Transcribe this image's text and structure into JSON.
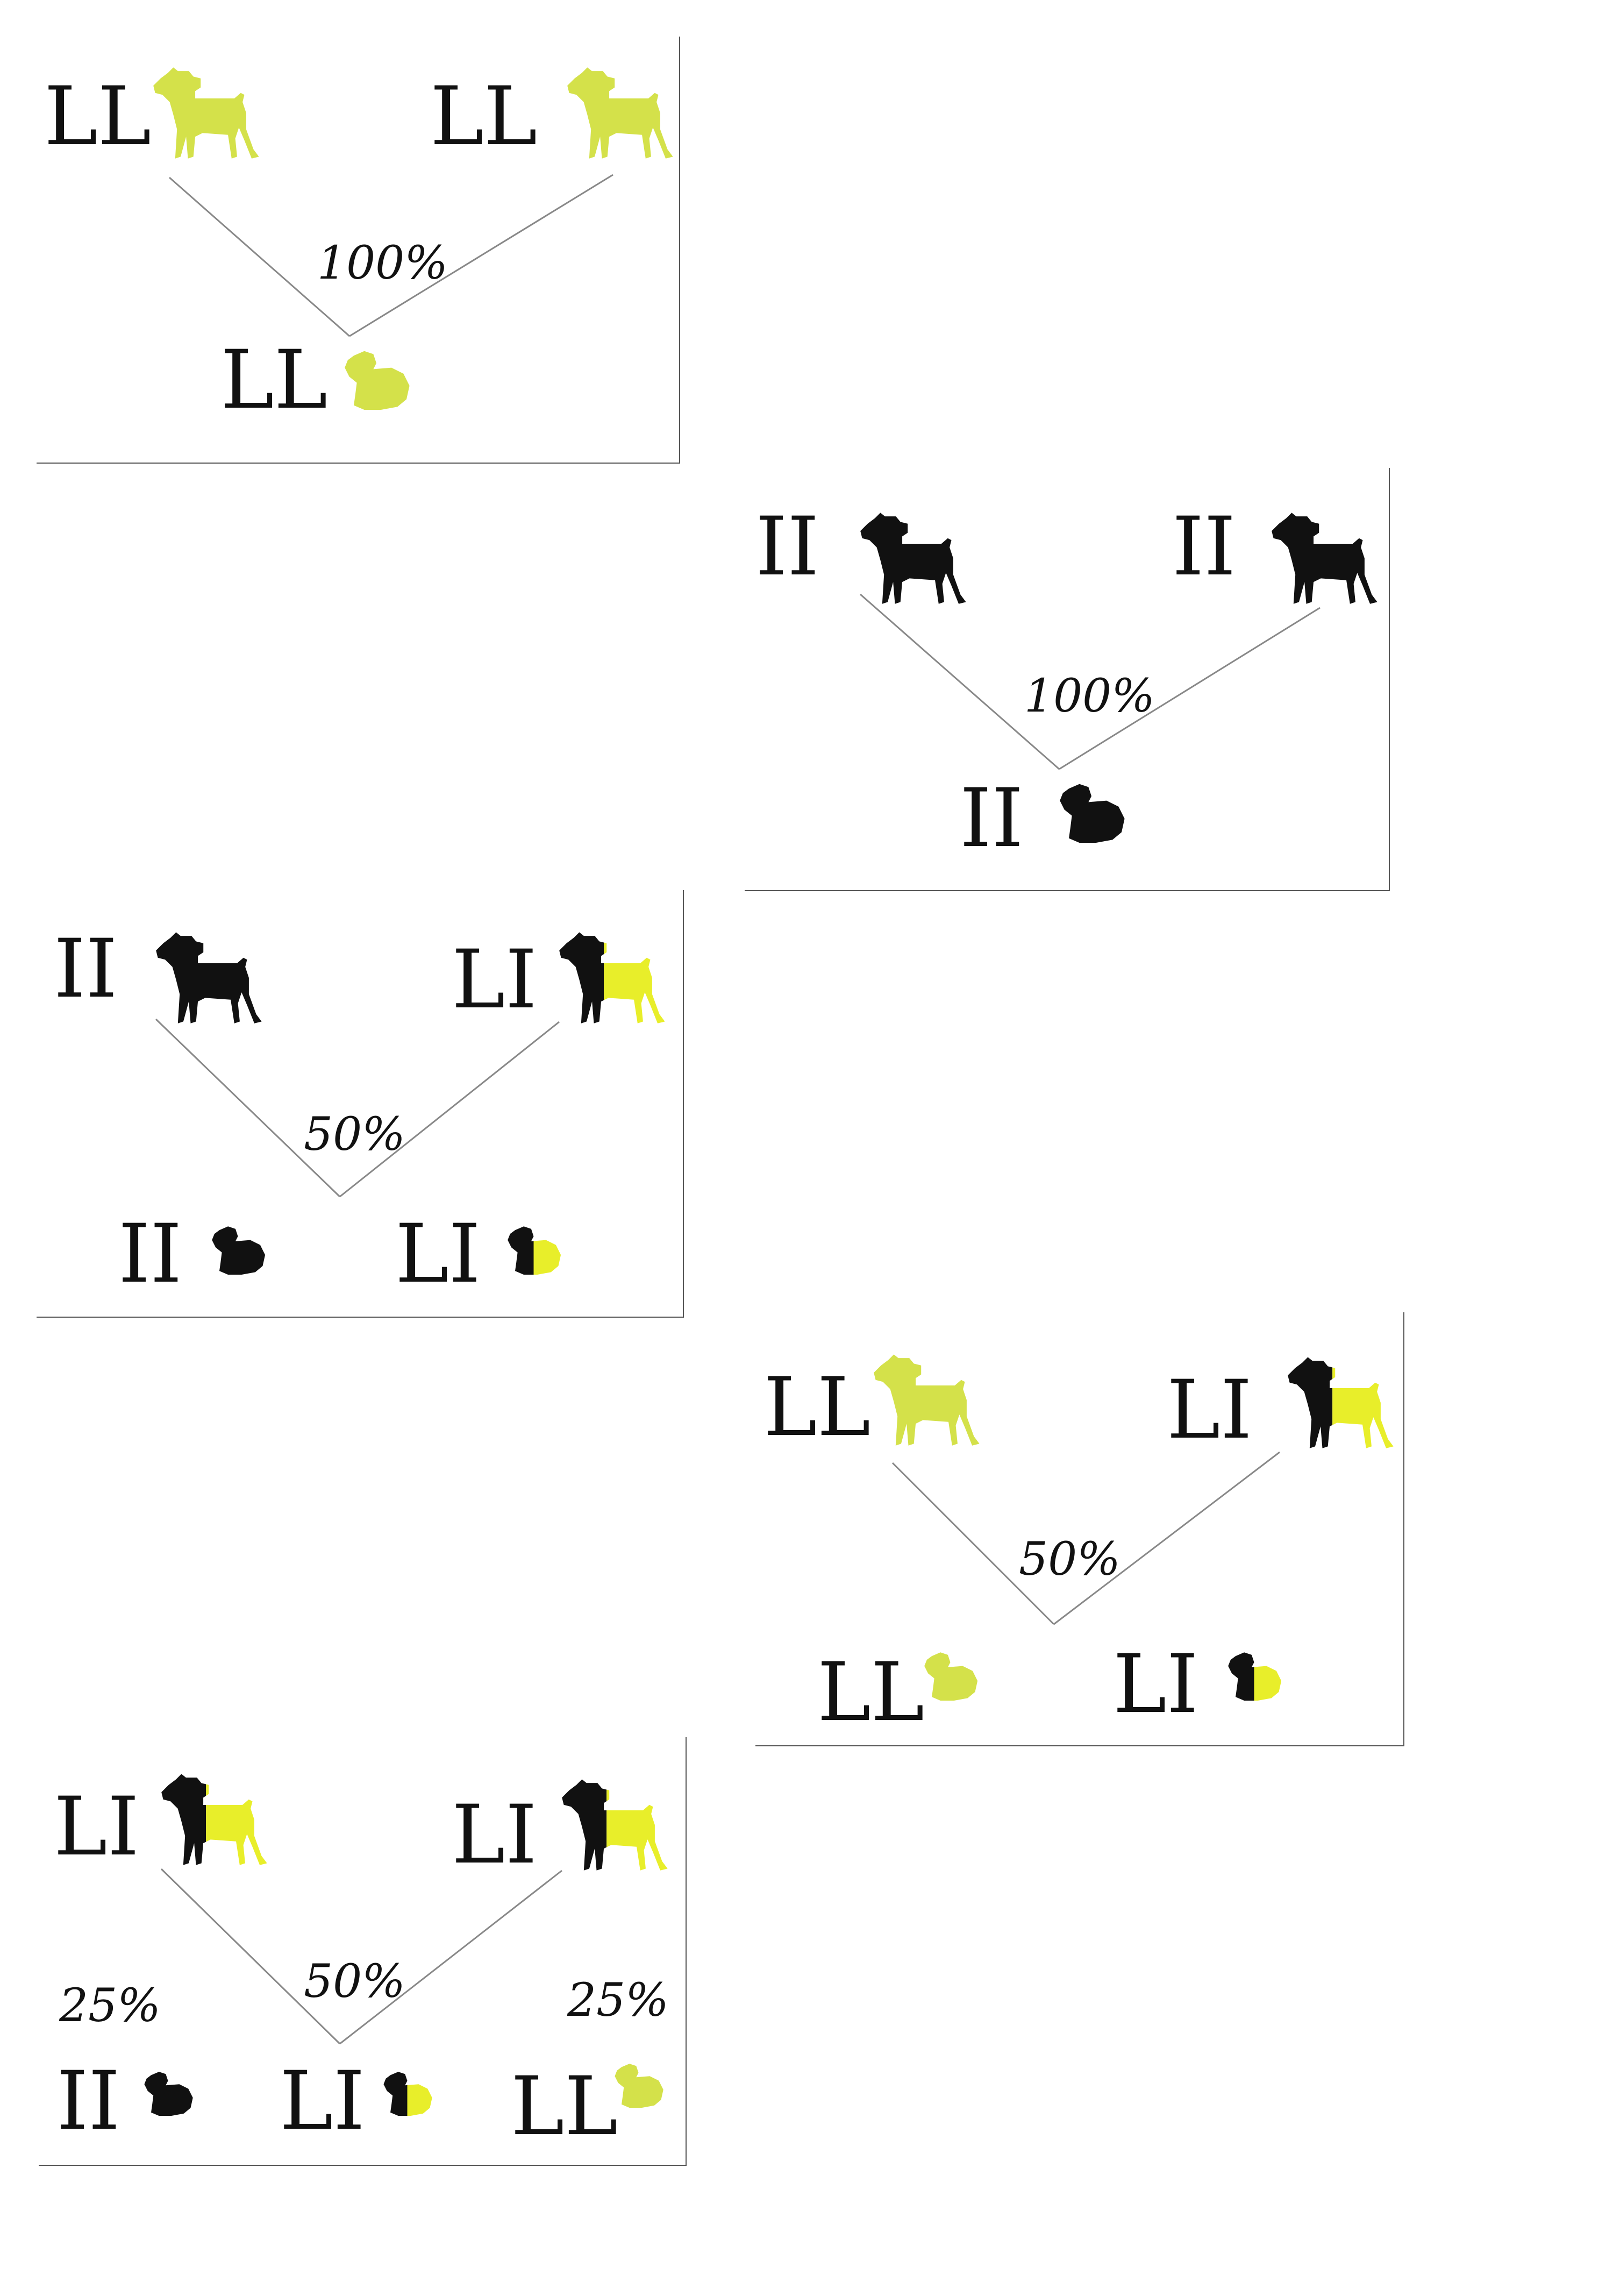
{
  "colors": {
    "yellow": "#d4e14a",
    "black": "#111111",
    "line": "#888888"
  },
  "crosses": [
    {
      "parent1": {
        "genotype": "LL",
        "coat": "yellow"
      },
      "parent2": {
        "genotype": "LL",
        "coat": "yellow"
      },
      "center_pct": "100%",
      "offspring": [
        {
          "genotype": "LL",
          "coat": "yellow"
        }
      ]
    },
    {
      "parent1": {
        "genotype": "II",
        "coat": "black"
      },
      "parent2": {
        "genotype": "II",
        "coat": "black"
      },
      "center_pct": "100%",
      "offspring": [
        {
          "genotype": "II",
          "coat": "black"
        }
      ]
    },
    {
      "parent1": {
        "genotype": "II",
        "coat": "black"
      },
      "parent2": {
        "genotype": "LI",
        "coat": "mixed"
      },
      "center_pct": "50%",
      "offspring": [
        {
          "genotype": "II",
          "coat": "black"
        },
        {
          "genotype": "LI",
          "coat": "mixed"
        }
      ]
    },
    {
      "parent1": {
        "genotype": "LL",
        "coat": "yellow"
      },
      "parent2": {
        "genotype": "LI",
        "coat": "mixed"
      },
      "center_pct": "50%",
      "offspring": [
        {
          "genotype": "LL",
          "coat": "yellow"
        },
        {
          "genotype": "LI",
          "coat": "mixed"
        }
      ]
    },
    {
      "parent1": {
        "genotype": "LI",
        "coat": "mixed"
      },
      "parent2": {
        "genotype": "LI",
        "coat": "mixed"
      },
      "center_pct": "50%",
      "side_pcts": [
        "25%",
        "25%"
      ],
      "offspring": [
        {
          "genotype": "II",
          "coat": "black"
        },
        {
          "genotype": "LI",
          "coat": "mixed"
        },
        {
          "genotype": "LL",
          "coat": "yellow"
        }
      ]
    }
  ]
}
